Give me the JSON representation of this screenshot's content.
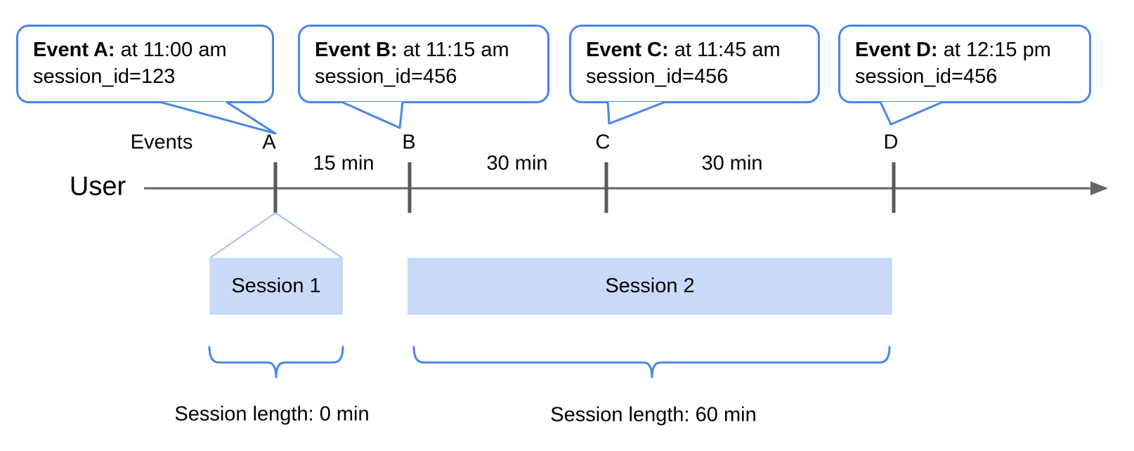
{
  "bubbles": [
    {
      "id": "A",
      "bold": "Event A:",
      "rest": " at 11:00 am",
      "line2": "session_id=123"
    },
    {
      "id": "B",
      "bold": "Event B:",
      "rest": " at 11:15 am",
      "line2": "session_id=456"
    },
    {
      "id": "C",
      "bold": "Event C:",
      "rest": " at 11:45 am",
      "line2": "session_id=456"
    },
    {
      "id": "D",
      "bold": "Event D:",
      "rest": " at 12:15 pm",
      "line2": "session_id=456"
    }
  ],
  "timeline": {
    "events_label": "Events",
    "user_label": "User",
    "tick_labels": [
      "A",
      "B",
      "C",
      "D"
    ],
    "interval_labels": [
      "15 min",
      "30 min",
      "30 min"
    ]
  },
  "sessions": [
    {
      "label": "Session 1",
      "length_label": "Session length: 0 min"
    },
    {
      "label": "Session 2",
      "length_label": "Session length: 60 min"
    }
  ],
  "colors": {
    "bubble_border": "#4a86e8",
    "brace": "#4a86e8",
    "session_fill": "#c9daf8",
    "funnel_line": "#a4c2f4",
    "timeline_line": "#666666",
    "tick": "#595959",
    "text": "#000000",
    "background": "#ffffff"
  }
}
